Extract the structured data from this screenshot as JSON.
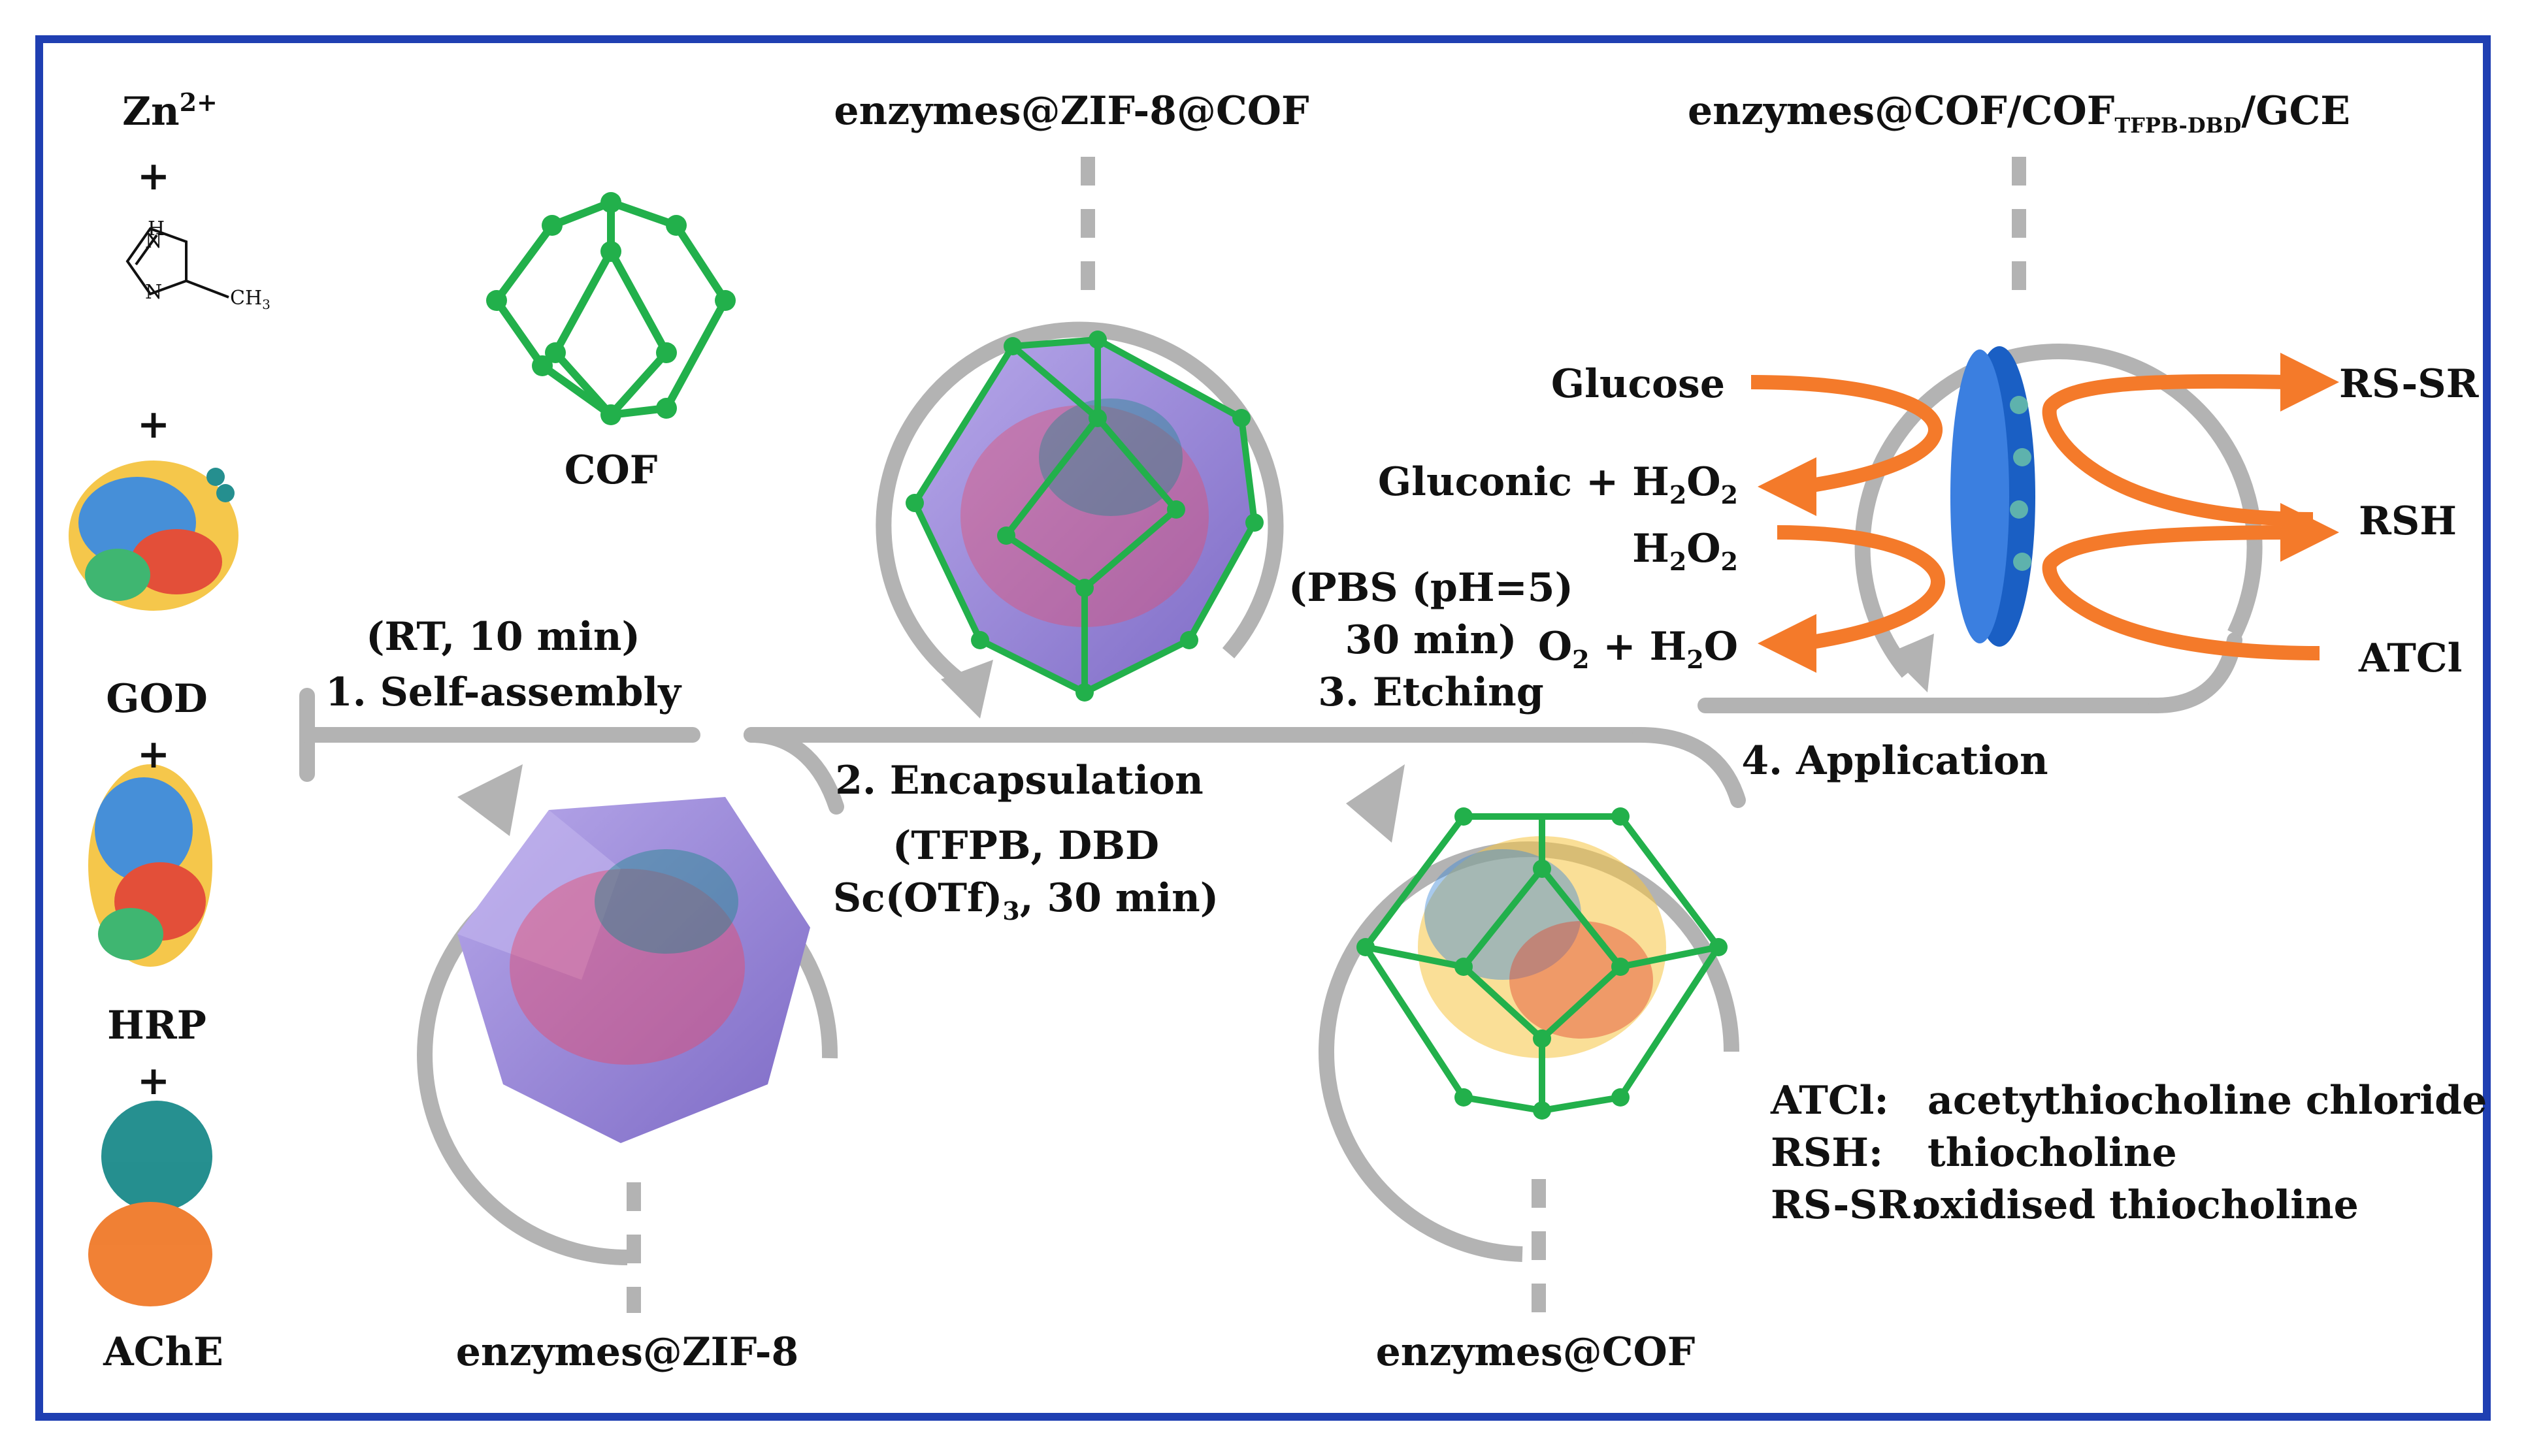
{
  "reagents": {
    "zn": "Zn",
    "zn_charge": "2+",
    "plus": "+",
    "imidazole_h": "H",
    "imidazole_n": "N",
    "imidazole_methyl": "CH",
    "imidazole_methyl_sub": "3",
    "god": "GOD",
    "hrp": "HRP",
    "ache": "AChE"
  },
  "cof_label": "COF",
  "steps": {
    "self_assembly_cond": "(RT, 10 min)",
    "self_assembly": "1. Self-assembly",
    "encapsulation": "2. Encapsulation",
    "encapsulation_cond1": "(TFPB, DBD",
    "encapsulation_cond2a": "Sc(OTf)",
    "encapsulation_cond2_sub": "3",
    "encapsulation_cond2b": ", 30 min)",
    "etching_cond1": "(PBS (pH=5)",
    "etching_cond2": "30 min)",
    "etching": "3. Etching",
    "application": "4. Application"
  },
  "products": {
    "zif8": "enzymes@ZIF-8",
    "zif8_cof": "enzymes@ZIF-8@COF",
    "cof": "enzymes@COF",
    "electrode_a": "enzymes@COF/COF",
    "electrode_sub": "TFPB-DBD",
    "electrode_b": "/GCE"
  },
  "reactions": {
    "glucose": "Glucose",
    "gluconic_a": "Gluconic + H",
    "gluconic_sub2": "2",
    "gluconic_o": "O",
    "h2o2_h": "H",
    "h2o2_o": "O",
    "o2_o": "O",
    "o2_rest": " + H",
    "o2_end": "O",
    "rssr": "RS-SR",
    "rsh": "RSH",
    "atcl": "ATCl"
  },
  "legend": [
    {
      "abbr": "ATCl:",
      "def": "acetythiocholine chloride"
    },
    {
      "abbr": "RSH:",
      "def": "thiocholine"
    },
    {
      "abbr": "RS-SR:",
      "def": "oxidised thiocholine"
    }
  ],
  "colors": {
    "border": "#1f3fb2",
    "cof_green": "#22b04b",
    "arrow_gray": "#b3b3b3",
    "crystal_purple": "#9a86d8",
    "electrode_blue": "#1a5fc4",
    "reaction_orange": "#f47a2a"
  }
}
